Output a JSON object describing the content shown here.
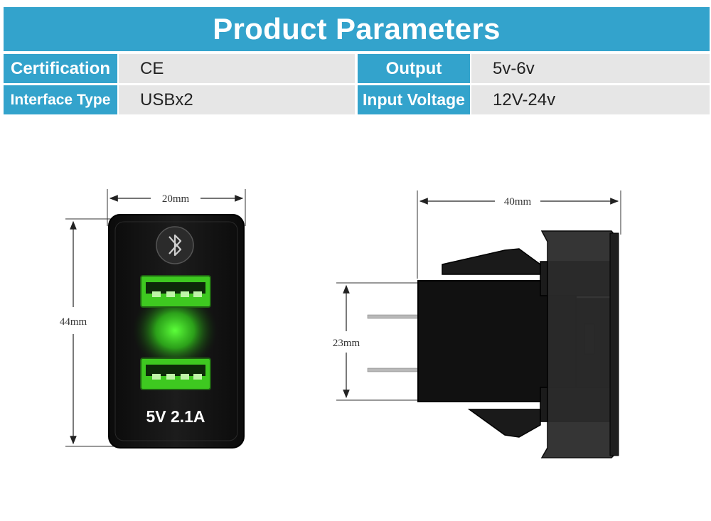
{
  "header": {
    "title": "Product Parameters"
  },
  "specs": [
    {
      "label": "Certification",
      "value": "CE"
    },
    {
      "label": "Output",
      "value": "5v-6v"
    },
    {
      "label": "Interface Type",
      "value": "USBx2"
    },
    {
      "label": "Input Voltage",
      "value": "12V-24v"
    }
  ],
  "front_view": {
    "width_label": "20mm",
    "height_label": "44mm",
    "rating_label": "5V 2.1A"
  },
  "side_view": {
    "width_label": "40mm",
    "height_label": "23mm"
  },
  "colors": {
    "accent": "#33a3cc",
    "value_bg": "#e6e6e6",
    "led_green": "#3ec920",
    "body": "#111111"
  },
  "icons": [
    "bluetooth-icon",
    "usb-port-icon"
  ]
}
